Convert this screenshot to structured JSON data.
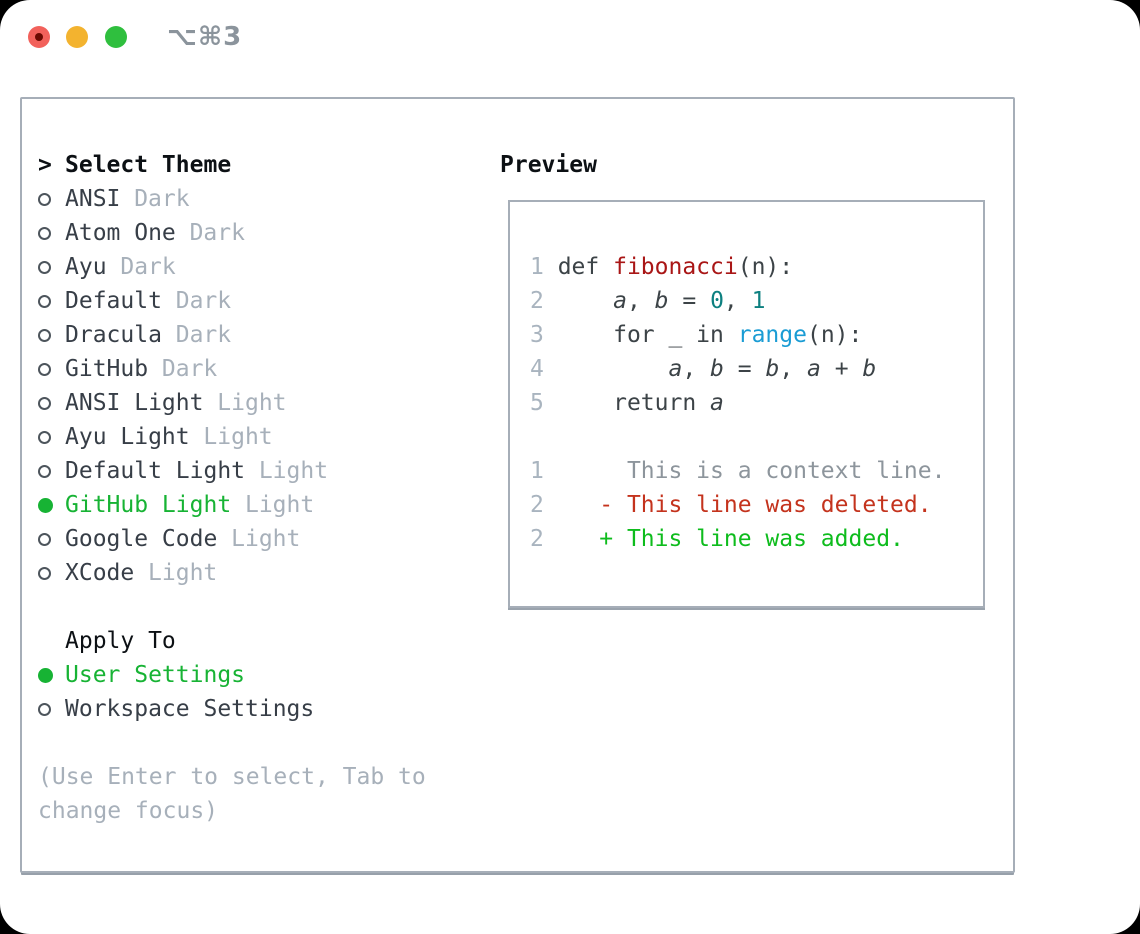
{
  "colors": {
    "accent_green": "#17b334",
    "added_green": "#0ebc1d",
    "deleted_red": "#c4331d",
    "function_red": "#a91616",
    "builtin_blue": "#1a9cd4",
    "number_teal": "#0d8080",
    "muted_gray": "#a7b0ba",
    "context_gray": "#8d959c",
    "line_number_gray": "#a9b4bf",
    "text_dark": "#373e47",
    "code_dark": "#3c4347",
    "heading_black": "#0c1014",
    "border_gray": "#a6aeb8",
    "titlebar_gray": "#8b949c",
    "traffic_red": "#f2615b",
    "traffic_red_dot": "#6b0a02",
    "traffic_yellow": "#f3b32f",
    "traffic_green": "#2fbf3e"
  },
  "window": {
    "title": "⌥⌘3",
    "traffic_lights": [
      "close",
      "minimize",
      "zoom"
    ]
  },
  "theme_picker": {
    "cursor": ">",
    "heading": "Select Theme",
    "themes": [
      {
        "name": "ANSI",
        "variant": "Dark",
        "selected": false
      },
      {
        "name": "Atom One",
        "variant": "Dark",
        "selected": false
      },
      {
        "name": "Ayu",
        "variant": "Dark",
        "selected": false
      },
      {
        "name": "Default",
        "variant": "Dark",
        "selected": false
      },
      {
        "name": "Dracula",
        "variant": "Dark",
        "selected": false
      },
      {
        "name": "GitHub",
        "variant": "Dark",
        "selected": false
      },
      {
        "name": "ANSI Light",
        "variant": "Light",
        "selected": false
      },
      {
        "name": "Ayu Light",
        "variant": "Light",
        "selected": false
      },
      {
        "name": "Default Light",
        "variant": "Light",
        "selected": false
      },
      {
        "name": "GitHub Light",
        "variant": "Light",
        "selected": true
      },
      {
        "name": "Google Code",
        "variant": "Light",
        "selected": false
      },
      {
        "name": "XCode",
        "variant": "Light",
        "selected": false
      }
    ],
    "apply_to": {
      "heading": "Apply To",
      "options": [
        {
          "label": "User Settings",
          "selected": true
        },
        {
          "label": "Workspace Settings",
          "selected": false
        }
      ]
    },
    "hint": "(Use Enter to select, Tab to change focus)"
  },
  "preview": {
    "heading": "Preview",
    "lines": [
      [
        [
          "ln",
          "1 "
        ],
        [
          "p",
          "def "
        ],
        [
          "fn",
          "fibonacci"
        ],
        [
          "p",
          "(n):"
        ]
      ],
      [
        [
          "ln",
          "2 "
        ],
        [
          "p",
          "    "
        ],
        [
          "v",
          "a"
        ],
        [
          "p",
          ", "
        ],
        [
          "v",
          "b"
        ],
        [
          "p",
          " = "
        ],
        [
          "num",
          "0"
        ],
        [
          "p",
          ", "
        ],
        [
          "num",
          "1"
        ]
      ],
      [
        [
          "ln",
          "3 "
        ],
        [
          "p",
          "    for _ in "
        ],
        [
          "bi",
          "range"
        ],
        [
          "p",
          "(n):"
        ]
      ],
      [
        [
          "ln",
          "4 "
        ],
        [
          "p",
          "        "
        ],
        [
          "v",
          "a"
        ],
        [
          "p",
          ", "
        ],
        [
          "v",
          "b"
        ],
        [
          "p",
          " = "
        ],
        [
          "v",
          "b"
        ],
        [
          "p",
          ", "
        ],
        [
          "v",
          "a"
        ],
        [
          "p",
          " + "
        ],
        [
          "v",
          "b"
        ]
      ],
      [
        [
          "ln",
          "5 "
        ],
        [
          "p",
          "    return "
        ],
        [
          "v",
          "a"
        ]
      ],
      [],
      [
        [
          "ln",
          "1 "
        ],
        [
          "ctx",
          "     This is a context line."
        ]
      ],
      [
        [
          "ln",
          "2 "
        ],
        [
          "del",
          "   - This line was deleted."
        ]
      ],
      [
        [
          "ln",
          "2 "
        ],
        [
          "add",
          "   + This line was added."
        ]
      ]
    ]
  }
}
